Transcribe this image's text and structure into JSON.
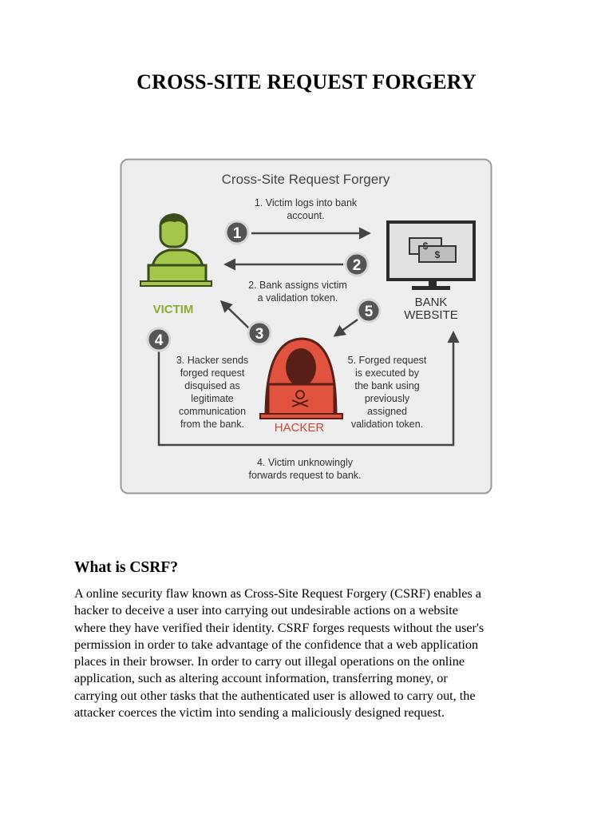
{
  "document": {
    "title": "CROSS-SITE REQUEST FORGERY",
    "section_heading": "What is CSRF?",
    "paragraph_lines": [
      "A online security flaw known as Cross-Site Request Forgery (CSRF) enables a",
      "hacker to deceive a user into carrying out undesirable actions on a website",
      "where they have verified their identity. CSRF forges requests without the user's",
      "permission in order to take advantage of the confidence that a web application",
      "places in their browser. In order to carry out illegal operations on the online",
      "application, such as altering account information, transferring money, or",
      "carrying out other tasks that the authenticated user is allowed to carry out, the",
      "attacker coerces the victim into sending a maliciously designed request."
    ]
  },
  "diagram": {
    "title": "Cross-Site Request Forgery",
    "victim_label": "VICTIM",
    "hacker_label": "HACKER",
    "bank_label_line1": "BANK",
    "bank_label_line2": "WEBSITE",
    "money_symbol": "$",
    "step_numbers": [
      "1",
      "2",
      "3",
      "4",
      "5"
    ],
    "step1_lines": [
      "1. Victim logs into bank",
      "account."
    ],
    "step2_lines": [
      "2. Bank assigns victim",
      "a validation token."
    ],
    "step3_lines": [
      "3. Hacker sends",
      "forged request",
      "disquised as",
      "legitimate",
      "communication",
      "from the bank."
    ],
    "step4_lines": [
      "4. Victim unknowingly",
      "forwards request to bank."
    ],
    "step5_lines": [
      "5. Forged request",
      "is executed by",
      "the bank using",
      "previously",
      "assigned",
      "validation token."
    ],
    "colors": {
      "victim": "#a4c64a",
      "victim_outline": "#3c4d1c",
      "hacker": "#e2533f",
      "hacker_outline": "#5a1f16",
      "panel_bg": "#eeeeee",
      "panel_border": "#9a9a9a",
      "arrow": "#444444"
    }
  }
}
